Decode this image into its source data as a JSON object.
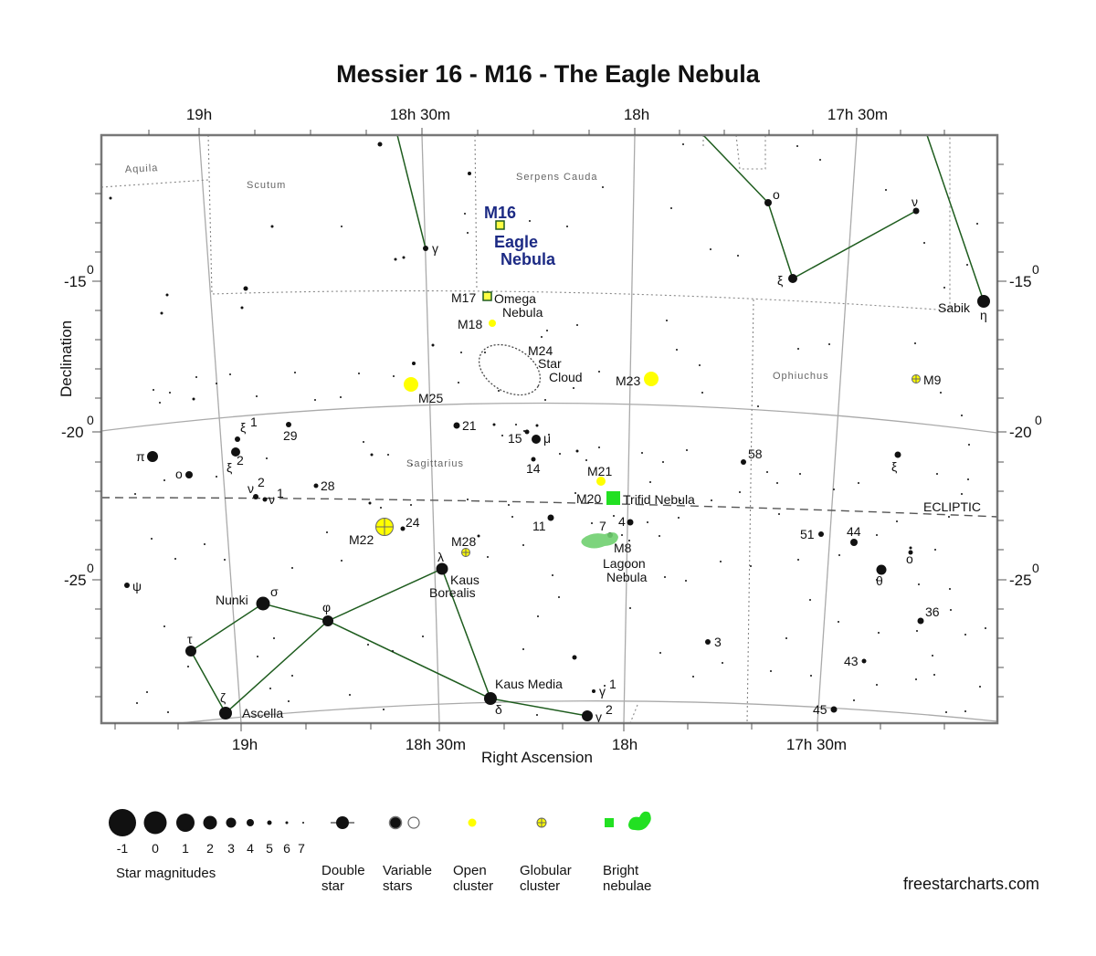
{
  "title": "Messier 16 - M16 - The Eagle Nebula",
  "ra_top": [
    "19h",
    "18h 30m",
    "18h",
    "17h 30m"
  ],
  "ra_bottom": [
    "19h",
    "18h 30m",
    "18h",
    "17h 30m"
  ],
  "dec_left": [
    "-15",
    "-20",
    "-25"
  ],
  "dec_right": [
    "-15",
    "-20",
    "-25"
  ],
  "degree_symbol": "0",
  "axis_y": "Declination",
  "axis_x": "Right Ascension",
  "constellations": [
    "Aquila",
    "Scutum",
    "Serpens Cauda",
    "Ophiuchus",
    "Sagittarius"
  ],
  "ecliptic": "ECLIPTIC",
  "target": {
    "id": "M16",
    "name_line1": "Eagle",
    "name_line2": "Nebula"
  },
  "objects": {
    "m17": "M17",
    "omega1": "Omega",
    "omega2": "Nebula",
    "m18": "M18",
    "m24": "M24",
    "m24b": "Star",
    "m24c": "Cloud",
    "m23": "M23",
    "m25": "M25",
    "m9": "M9",
    "m21": "M21",
    "m20": "M20",
    "trifid": "Trifid Nebula",
    "m22": "M22",
    "m28": "M28",
    "m8": "M8",
    "lagoon1": "Lagoon",
    "lagoon2": "Nebula"
  },
  "star_labels": {
    "sabik": "Sabik",
    "kaus_borealis1": "Kaus",
    "kaus_borealis2": "Borealis",
    "kaus_media": "Kaus Media",
    "nunki": "Nunki",
    "ascella": "Ascella",
    "eta": "η",
    "xi_oph": "ξ",
    "omicron_oph": "ο",
    "nu_oph": "ν",
    "gamma_sct": "γ",
    "mu": "μ",
    "lambda": "λ",
    "sigma": "σ",
    "phi": "φ",
    "tau": "τ",
    "zeta": "ζ",
    "delta": "δ",
    "gamma2": "γ",
    "gamma1": "γ",
    "pi": "π",
    "omicron": "ο",
    "xi1": "ξ",
    "xi2": "ξ",
    "nu1": "ν",
    "nu2": "ν",
    "psi": "ψ",
    "theta": "θ",
    "xi_oph2": "ξ",
    "omicron_oph2": "ο",
    "n15": "15",
    "n14": "14",
    "n21": "21",
    "n29": "29",
    "n28": "28",
    "n24": "24",
    "n11": "11",
    "n7": "7",
    "n4": "4",
    "n3": "3",
    "n58": "58",
    "n51": "51",
    "n44": "44",
    "n36": "36",
    "n43": "43",
    "n45": "45",
    "sup1": "1",
    "sup2": "2"
  },
  "legend": {
    "magnitudes": [
      "-1",
      "0",
      "1",
      "2",
      "3",
      "4",
      "5",
      "6",
      "7"
    ],
    "magnitudes_title": "Star magnitudes",
    "double_star": [
      "Double",
      "star"
    ],
    "variable_stars": [
      "Variable",
      "stars"
    ],
    "open_cluster": [
      "Open",
      "cluster"
    ],
    "globular_cluster": [
      "Globular",
      "cluster"
    ],
    "bright_nebulae": [
      "Bright",
      "nebulae"
    ]
  },
  "credit": "freestarcharts.com",
  "colors": {
    "frame": "#777777",
    "grid": "#aaaaaa",
    "boundary": "#888888",
    "stick": "#1e5c1e",
    "open_cluster": "#ffff00",
    "nebula": "#00dd00",
    "target_text": "#1c2a84"
  }
}
